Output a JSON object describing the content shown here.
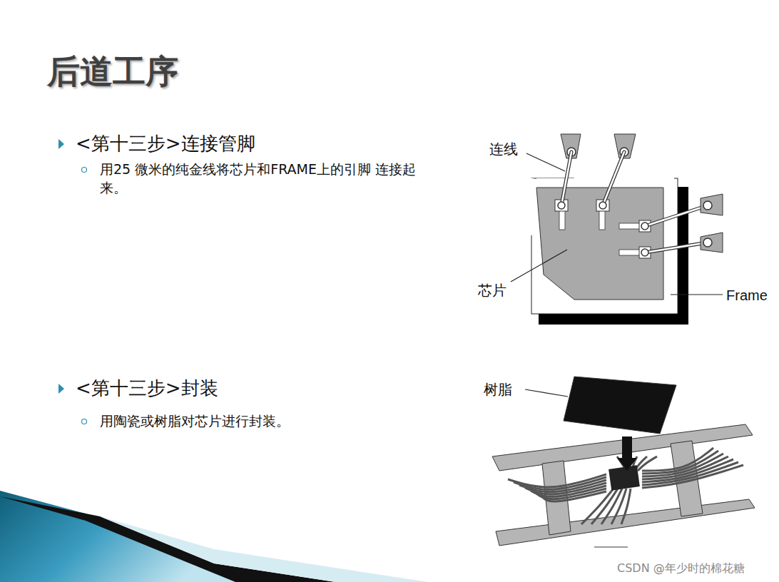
{
  "diagram": {
    "title": "后道工序",
    "labels": [
      "<第十三步>连接管脚",
      "用25 微米的纯金线将芯片和FRAME上的引脚 连接起来。",
      "连线",
      "芯片",
      "Frame",
      "<第十三步>封装",
      "用陶瓷或树脂对芯片进行封装。",
      "树脂",
      "CSDN @年少时的棉花糖"
    ]
  }
}
